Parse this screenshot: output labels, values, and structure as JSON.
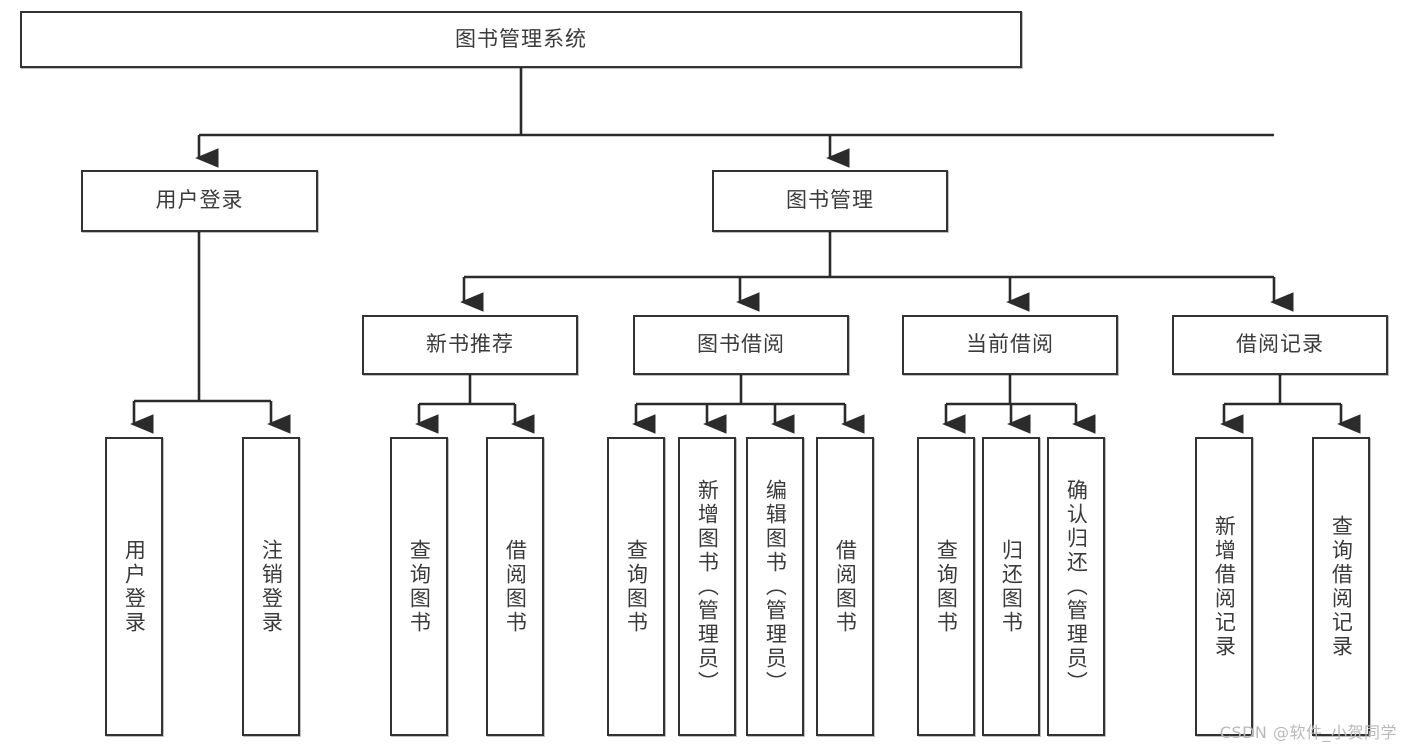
{
  "diagram": {
    "title": "图书管理系统",
    "type": "tree-hierarchy-diagram",
    "orientation": "top-down",
    "colors": {
      "node_border": "#333333",
      "node_fill": "#ffffff",
      "connector": "#2b2b2b",
      "text": "#3b3b3b",
      "watermark": "#b9b9b9",
      "background": "#ffffff"
    }
  },
  "root": {
    "label": "图书管理系统"
  },
  "level2": [
    {
      "label": "用户登录"
    },
    {
      "label": "图书管理"
    }
  ],
  "level3": [
    {
      "label": "新书推荐"
    },
    {
      "label": "图书借阅"
    },
    {
      "label": "当前借阅"
    },
    {
      "label": "借阅记录"
    }
  ],
  "leaves": {
    "user_login": [
      {
        "label": "用户登录"
      },
      {
        "label": "注销登录"
      }
    ],
    "new_book_recommend": [
      {
        "label": "查询图书"
      },
      {
        "label": "借阅图书"
      }
    ],
    "book_borrow": [
      {
        "label": "查询图书"
      },
      {
        "label": "新增图书（管理员）"
      },
      {
        "label": "编辑图书（管理员）"
      },
      {
        "label": "借阅图书"
      }
    ],
    "current_borrow": [
      {
        "label": "查询图书"
      },
      {
        "label": "归还图书"
      },
      {
        "label": "确认归还（管理员）"
      }
    ],
    "borrow_record": [
      {
        "label": "新增借阅记录"
      },
      {
        "label": "查询借阅记录"
      }
    ]
  },
  "watermark": {
    "text": "CSDN @软件_小贺同学"
  }
}
